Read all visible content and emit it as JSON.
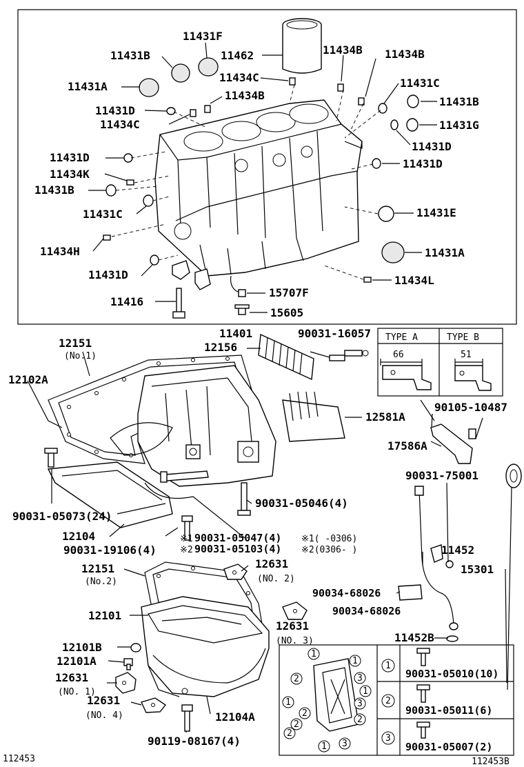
{
  "block_section": {
    "labels": {
      "p11431F": "11431F",
      "p11462": "11462",
      "p11431B_top": "11431B",
      "p11434C_a": "11434C",
      "p11434B_a": "11434B",
      "p11434B_b": "11434B",
      "p11431A_top": "11431A",
      "p11434B_c": "11434B",
      "p11431D_a": "11431D",
      "p11434C_b": "11434C",
      "p11431C_r": "11431C",
      "p11431B_r": "11431B",
      "p11431G": "11431G",
      "p11431D_r1": "11431D",
      "p11431D_l": "11431D",
      "p11431D_r2": "11431D",
      "p11434K": "11434K",
      "p11431B_l": "11431B",
      "p11431C_l": "11431C",
      "p11431E": "11431E",
      "p11434H": "11434H",
      "p11431A_r": "11431A",
      "p11431D_b": "11431D",
      "p11434L": "11434L",
      "p11416": "11416",
      "p15707F": "15707F",
      "p15605": "15605",
      "p11401": "11401"
    }
  },
  "pan_section": {
    "labels": {
      "p12151_a": "12151",
      "p12151_a_note": "(No.1)",
      "p12156": "12156",
      "p90031_16057": "90031-16057",
      "p12102A": "12102A",
      "p12581A": "12581A",
      "p90105_10487": "90105-10487",
      "p17586A": "17586A",
      "p90031_75001": "90031-75001",
      "p90031_05073": "90031-05073(24)",
      "p90031_05046": "90031-05046(4)",
      "p12104": "12104",
      "p90031_05047": "90031-05047(4)",
      "p90031_05103": "90031-05103(4)",
      "p90031_19106": "90031-19106(4)",
      "mark1": "※1",
      "mark2": "※2",
      "note1": "※1(      -0306)",
      "note2": "※2(0306-      )",
      "p11452": "11452",
      "p15301": "15301",
      "p12151_b": "12151",
      "p12151_b_note": "(No.2)",
      "p12631_2": "12631",
      "p12631_2_note": "(NO. 2)",
      "p90034_68026_a": "90034-68026",
      "p90034_68026_b": "90034-68026",
      "p12101": "12101",
      "p12631_3": "12631",
      "p12631_3_note": "(NO. 3)",
      "p11452B": "11452B",
      "p12101B": "12101B",
      "p12101A": "12101A",
      "p12631_1": "12631",
      "p12631_1_note": "(NO. 1)",
      "p12631_4": "12631",
      "p12631_4_note": "(NO. 4)",
      "p12104A": "12104A",
      "p90119_08167": "90119-08167(4)"
    }
  },
  "type_box": {
    "type_a": "TYPE  A",
    "type_b": "TYPE  B",
    "dim_a": "66",
    "dim_b": "51"
  },
  "bolt_legend": {
    "rows": [
      {
        "num": "1",
        "part": "90031-05010(10)"
      },
      {
        "num": "2",
        "part": "90031-05011(6)"
      },
      {
        "num": "3",
        "part": "90031-05007(2)"
      }
    ],
    "diagram_nums": [
      "1",
      "2",
      "3",
      "2",
      "3",
      "1",
      "1",
      "2",
      "2",
      "2",
      "1",
      "3",
      "1"
    ]
  },
  "footer": {
    "left_id": "112453",
    "right_id": "112453B"
  }
}
